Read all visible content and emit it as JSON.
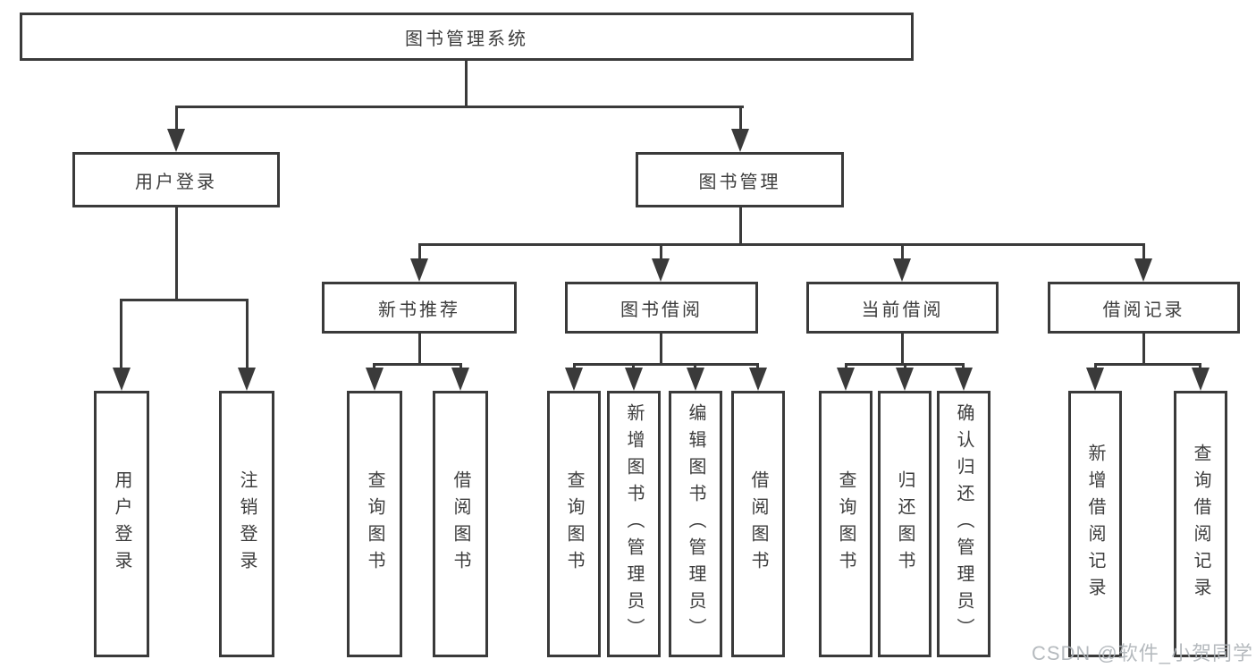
{
  "diagram": {
    "title": "图书管理系统",
    "nodes": {
      "root": "图书管理系统",
      "user_login": "用户登录",
      "book_mgmt": "图书管理",
      "new_book_rec": "新书推荐",
      "book_borrow": "图书借阅",
      "current_borrow": "当前借阅",
      "borrow_records": "借阅记录",
      "leaf_user_login": "用户登录",
      "leaf_logout": "注销登录",
      "leaf_rec_query_book": "查询图书",
      "leaf_rec_borrow_book": "借阅图书",
      "leaf_bb_query_book": "查询图书",
      "leaf_bb_add_book": "新增图书（管理员）",
      "leaf_bb_edit_book": "编辑图书（管理员）",
      "leaf_bb_borrow_book": "借阅图书",
      "leaf_cb_query_book": "查询图书",
      "leaf_cb_return_book": "归还图书",
      "leaf_cb_confirm_return": "确认归还（管理员）",
      "leaf_br_add_record": "新增借阅记录",
      "leaf_br_query_record": "查询借阅记录"
    },
    "structure": {
      "图书管理系统": {
        "用户登录": [
          "用户登录",
          "注销登录"
        ],
        "图书管理": {
          "新书推荐": [
            "查询图书",
            "借阅图书"
          ],
          "图书借阅": [
            "查询图书",
            "新增图书（管理员）",
            "编辑图书（管理员）",
            "借阅图书"
          ],
          "当前借阅": [
            "查询图书",
            "归还图书",
            "确认归还（管理员）"
          ],
          "借阅记录": [
            "新增借阅记录",
            "查询借阅记录"
          ]
        }
      }
    }
  },
  "watermark": "CSDN @软件_小贺同学",
  "colors": {
    "line": "#3a3a3a",
    "text": "#3d3d3d",
    "background": "#ffffff",
    "watermark": "#aeb3b8"
  }
}
